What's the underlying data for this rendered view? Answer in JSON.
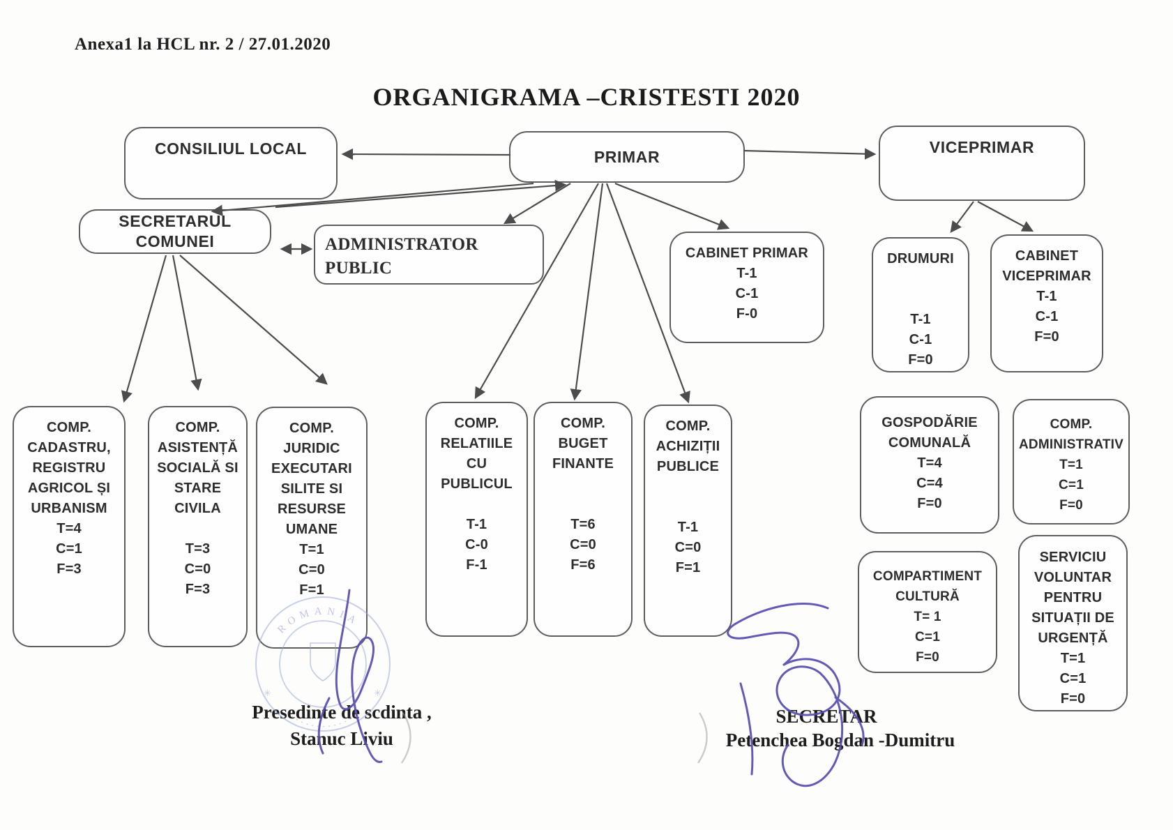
{
  "document": {
    "annex": "Anexa1  la HCL nr. 2  / 27.01.2020",
    "title": "ORGANIGRAMA –CRISTESTI 2020"
  },
  "nodes": [
    {
      "id": "consiliul-local",
      "lines": [
        "CONSILIUL LOCAL"
      ]
    },
    {
      "id": "primar",
      "lines": [
        "PRIMAR"
      ]
    },
    {
      "id": "viceprimar",
      "lines": [
        "VICEPRIMAR"
      ]
    },
    {
      "id": "secretarul-comunei",
      "lines": [
        "SECRETARUL COMUNEI"
      ]
    },
    {
      "id": "administrator-public",
      "lines": [
        "ADMINISTRATOR",
        "PUBLIC"
      ]
    },
    {
      "id": "cabinet-primar",
      "lines": [
        "CABINET PRIMAR",
        "T-1",
        "C-1",
        "F-0"
      ]
    },
    {
      "id": "drumuri",
      "lines": [
        "DRUMURI",
        "",
        "",
        "T-1",
        "C-1",
        "F=0"
      ]
    },
    {
      "id": "cabinet-viceprimar",
      "lines": [
        "CABINET",
        "VICEPRIMAR",
        "T-1",
        "C-1",
        "F=0"
      ]
    },
    {
      "id": "comp-cadastru",
      "lines": [
        "COMP.",
        "CADASTRU,",
        "REGISTRU",
        "AGRICOL ȘI",
        "URBANISM",
        "T=4",
        "C=1",
        "F=3"
      ]
    },
    {
      "id": "comp-asistenta",
      "lines": [
        "COMP.",
        "ASISTENȚĂ",
        "SOCIALĂ SI",
        "STARE",
        "CIVILA",
        "",
        "T=3",
        "C=0",
        "F=3"
      ]
    },
    {
      "id": "comp-juridic",
      "lines": [
        "COMP.",
        "JURIDIC",
        "EXECUTARI",
        "SILITE SI",
        "RESURSE",
        "UMANE",
        "T=1",
        "C=0",
        "F=1"
      ]
    },
    {
      "id": "comp-relatiile",
      "lines": [
        "COMP.",
        "RELATIILE",
        "CU",
        "PUBLICUL",
        "",
        "T-1",
        "C-0",
        "F-1"
      ]
    },
    {
      "id": "comp-buget",
      "lines": [
        "COMP.",
        "BUGET",
        "FINANTE",
        "",
        "",
        "T=6",
        "C=0",
        "F=6"
      ]
    },
    {
      "id": "comp-achizitii",
      "lines": [
        "COMP.",
        "ACHIZIȚII",
        "PUBLICE",
        "",
        "",
        "T-1",
        "C=0",
        "F=1"
      ]
    },
    {
      "id": "gospodarie-comunala",
      "lines": [
        "GOSPODĂRIE",
        "COMUNALĂ",
        "T=4",
        "C=4",
        "F=0"
      ]
    },
    {
      "id": "comp-administrativ",
      "lines": [
        "COMP.",
        "ADMINISTRATIV",
        "T=1",
        "C=1",
        "F=0"
      ]
    },
    {
      "id": "compartiment-cultura",
      "lines": [
        "COMPARTIMENT",
        "CULTURĂ",
        "T= 1",
        "C=1",
        "F=0"
      ]
    },
    {
      "id": "serviciu-voluntar",
      "lines": [
        "SERVICIU",
        "VOLUNTAR",
        "PENTRU",
        "SITUAȚII DE",
        "URGENȚĂ",
        "T=1",
        "C=1",
        "F=0"
      ]
    }
  ],
  "signatures": {
    "left_role": "Presedinte de scdinta ,",
    "left_name": "Stanuc Liviu",
    "right_role": "SECRETAR",
    "right_name": "Petenchea Bogdan -Dumitru"
  },
  "stamp": {
    "text": "ROMANIA"
  },
  "colors": {
    "ink": "#2d2d2d",
    "box_border": "#5d5d5d",
    "signature_blue": "#564db0",
    "stamp_blue": "#93a2d8"
  }
}
